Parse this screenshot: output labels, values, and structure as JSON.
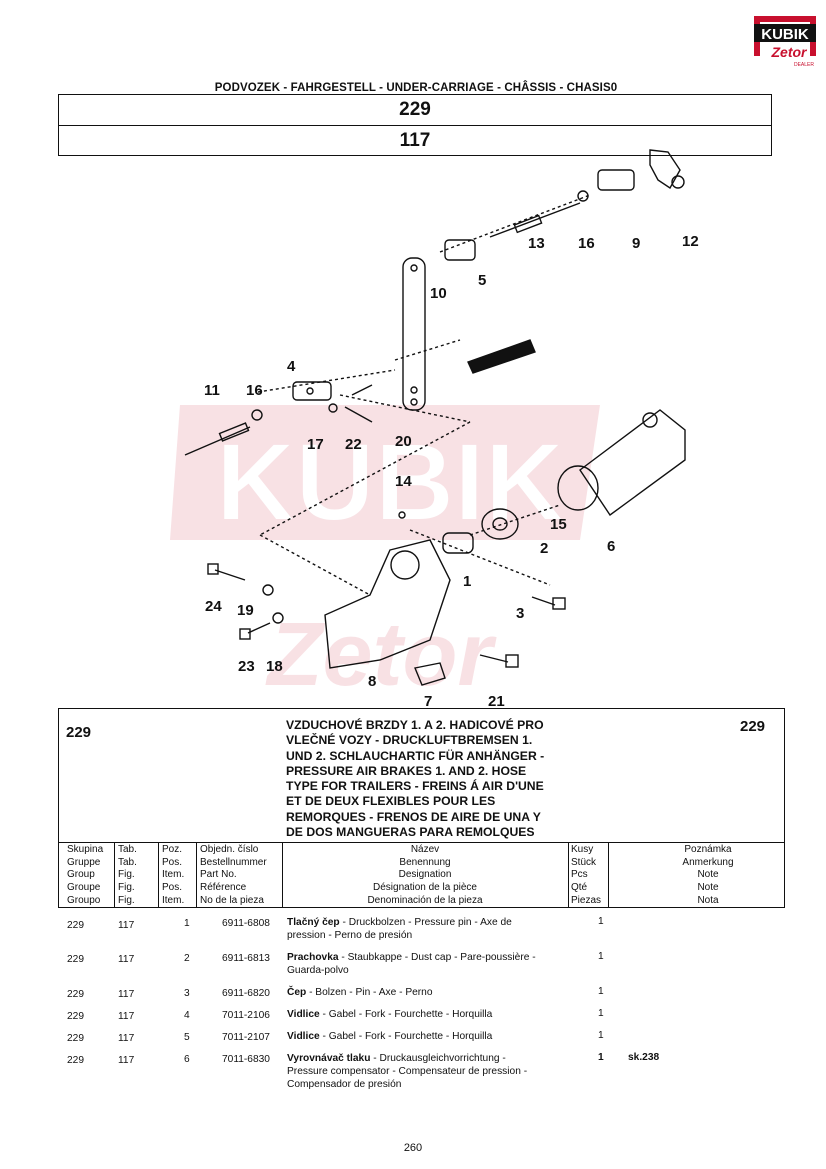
{
  "logo": {
    "line1": "KUBIK",
    "line2": "Zetor",
    "line3": "DEALER"
  },
  "watermark": {
    "line1": "KUBIK",
    "line2": "Zetor"
  },
  "header": {
    "title": "PODVOZEK - FAHRGESTELL - UNDER-CARRIAGE - CHÂSSIS - CHASIS0",
    "group": "229",
    "table": "117"
  },
  "diagram": {
    "callouts": [
      "11",
      "16",
      "4",
      "17",
      "22",
      "20",
      "10",
      "5",
      "13",
      "16",
      "9",
      "12",
      "14",
      "15",
      "2",
      "6",
      "1",
      "24",
      "19",
      "3",
      "23",
      "18",
      "8",
      "7",
      "21"
    ]
  },
  "section": {
    "group_left": "229",
    "group_right": "229",
    "title_lines": [
      "VZDUCHOVÉ BRZDY 1. A 2. HADICOVÉ PRO",
      "VLEČNÉ VOZY - DRUCKLUFTBREMSEN 1.",
      "UND 2. SCHLAUCHARTIC FÜR ANHÄNGER -",
      "PRESSURE AIR BRAKES 1. AND 2. HOSE",
      "TYPE FOR TRAILERS - FREINS Á AIR D'UNE",
      "ET DE DEUX FLEXIBLES POUR LES",
      "REMORQUES - FRENOS DE AIRE DE UNA Y",
      "DE DOS MANGUERAS PARA REMOLQUES"
    ]
  },
  "columns": {
    "skupina": [
      "Skupina",
      "Gruppe",
      "Group",
      "Groupe",
      "Groupo"
    ],
    "tab": [
      "Tab.",
      "Tab.",
      "Fig.",
      "Fig.",
      "Fig."
    ],
    "poz": [
      "Poz.",
      "Pos.",
      "Item.",
      "Pos.",
      "Item."
    ],
    "cislo": [
      "Objedn. číslo",
      "Bestellnummer",
      "Part No.",
      "Référence",
      "No de la pieza"
    ],
    "nazev": [
      "Název",
      "Benennung",
      "Designation",
      "Désignation de la pièce",
      "Denominación de la pieza"
    ],
    "kusy": [
      "Kusy",
      "Stück",
      "Pcs",
      "Qté",
      "Piezas"
    ],
    "poznamka": [
      "Poznámka",
      "Anmerkung",
      "Note",
      "Note",
      "Nota"
    ]
  },
  "rows": [
    {
      "group": "229",
      "tab": "117",
      "pos": "1",
      "part": "6911-6808",
      "name_bold": "Tlačný čep",
      "name_rest": " - Druckbolzen - Pressure pin - Axe de",
      "name_line2": "pression - Perno de presión",
      "qty": "1",
      "note": ""
    },
    {
      "group": "229",
      "tab": "117",
      "pos": "2",
      "part": "6911-6813",
      "name_bold": "Prachovka",
      "name_rest": " - Staubkappe - Dust cap - Pare-poussière -",
      "name_line2": "Guarda-polvo",
      "qty": "1",
      "note": ""
    },
    {
      "group": "229",
      "tab": "117",
      "pos": "3",
      "part": "6911-6820",
      "name_bold": "Čep",
      "name_rest": " - Bolzen - Pin - Axe - Perno",
      "name_line2": "",
      "qty": "1",
      "note": ""
    },
    {
      "group": "229",
      "tab": "117",
      "pos": "4",
      "part": "7011-2106",
      "name_bold": "Vidlice",
      "name_rest": " - Gabel - Fork - Fourchette - Horquilla",
      "name_line2": "",
      "qty": "1",
      "note": ""
    },
    {
      "group": "229",
      "tab": "117",
      "pos": "5",
      "part": "7011-2107",
      "name_bold": "Vidlice",
      "name_rest": " - Gabel - Fork - Fourchette - Horquilla",
      "name_line2": "",
      "qty": "1",
      "note": ""
    },
    {
      "group": "229",
      "tab": "117",
      "pos": "6",
      "part": "7011-6830",
      "name_bold": "Vyrovnávač tlaku",
      "name_rest": " - Druckausgleichvorrichtung -",
      "name_line2": "Pressure compensator - Compensateur de pression -",
      "name_line3": "Compensador de presión",
      "qty": "1",
      "note": "sk.238"
    }
  ],
  "page_number": "260"
}
